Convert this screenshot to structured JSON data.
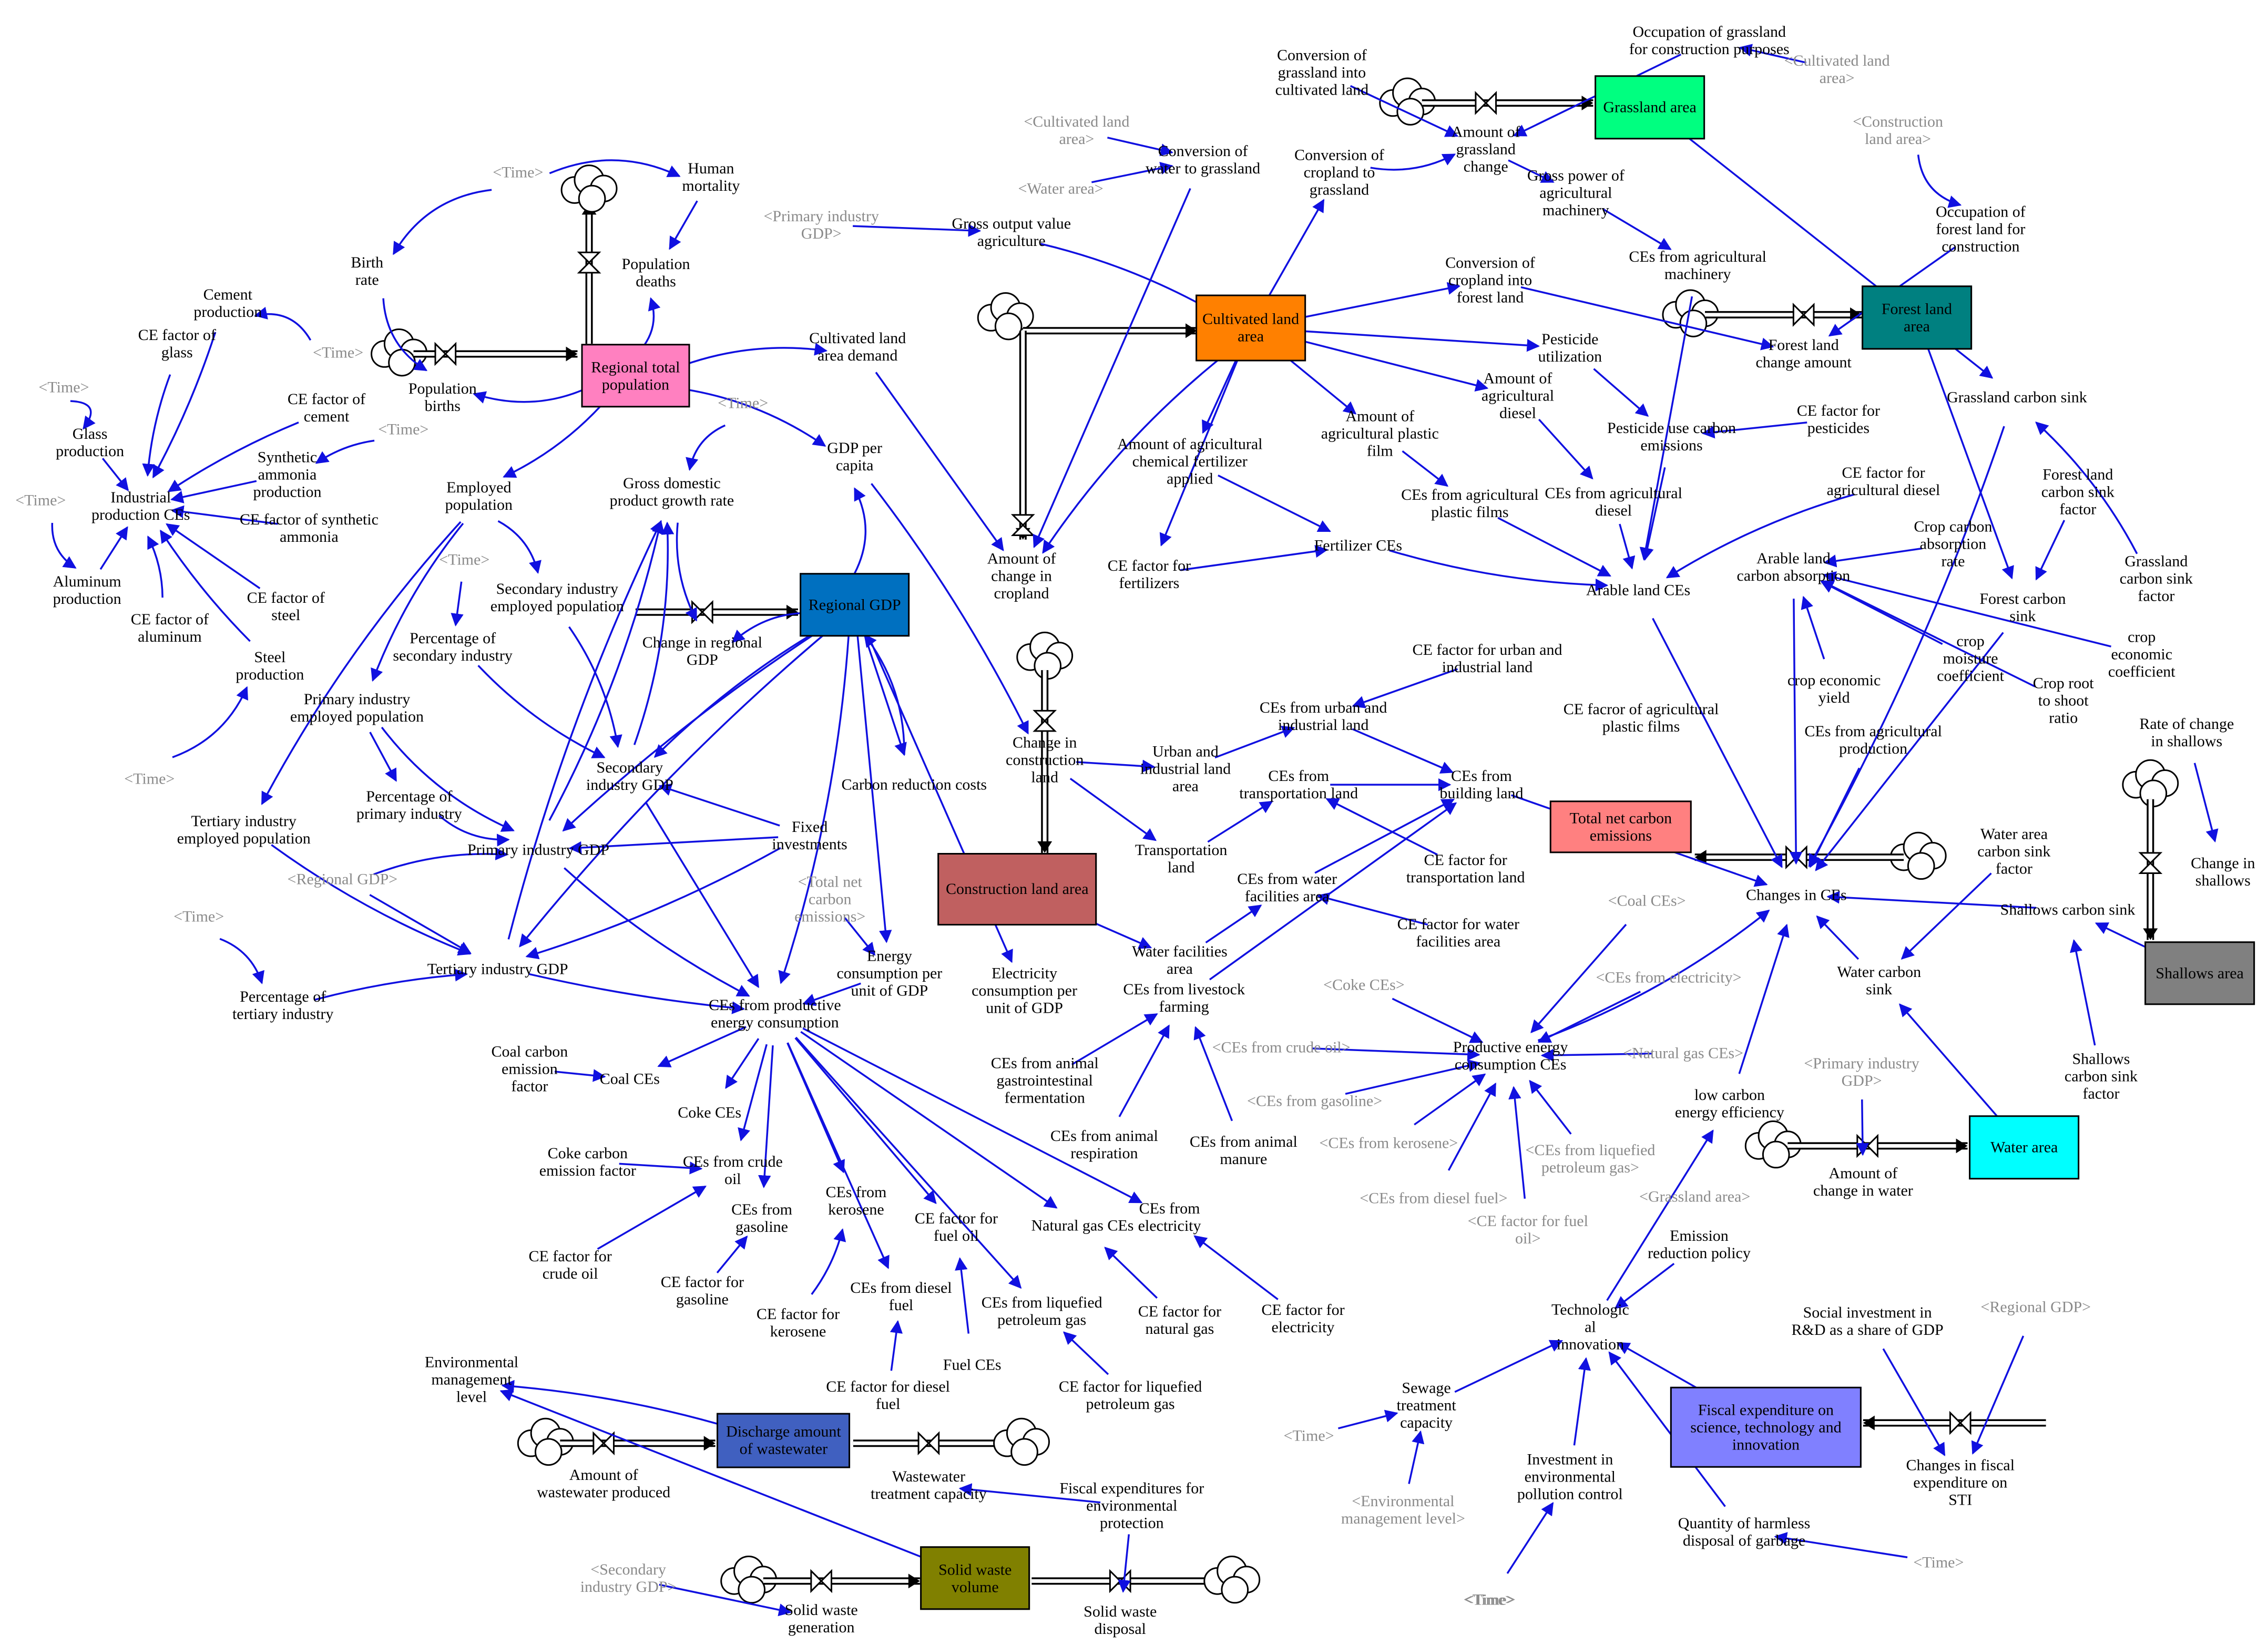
{
  "stocks": [
    {
      "id": "pop",
      "text": "Regional total\npopulation",
      "color": "#ff80c0"
    },
    {
      "id": "gdp",
      "text": "Regional GDP",
      "color": "#0070c0"
    },
    {
      "id": "cult",
      "text": "Cultivated land\narea",
      "color": "#ff8000"
    },
    {
      "id": "grass",
      "text": "Grassland area",
      "color": "#00ff80"
    },
    {
      "id": "forest",
      "text": "Forest land\narea",
      "color": "#008080"
    },
    {
      "id": "constr",
      "text": "Construction land area",
      "color": "#c06060"
    },
    {
      "id": "netce",
      "text": "Total net carbon\nemissions",
      "color": "#ff8080"
    },
    {
      "id": "shallows",
      "text": "Shallows area",
      "color": "#808080"
    },
    {
      "id": "water",
      "text": "Water area",
      "color": "#00ffff"
    },
    {
      "id": "fiscal",
      "text": "Fiscal expenditure on\nscience, technology and\ninnovation",
      "color": "#8080ff"
    },
    {
      "id": "waste",
      "text": "Discharge amount\nof wastewater",
      "color": "#4060c0"
    },
    {
      "id": "solid",
      "text": "Solid waste\nvolume",
      "color": "#808000"
    }
  ],
  "variables": [
    {
      "id": "human_mort",
      "text": "Human\nmortality"
    },
    {
      "id": "birth_rate",
      "text": "Birth\nrate"
    },
    {
      "id": "pop_deaths",
      "text": "Population\ndeaths"
    },
    {
      "id": "pop_births",
      "text": "Population\nbirths"
    },
    {
      "id": "cement_prod",
      "text": "Cement\nproduction"
    },
    {
      "id": "ce_glass",
      "text": "CE factor of\nglass"
    },
    {
      "id": "ce_cement",
      "text": "CE factor of\ncement"
    },
    {
      "id": "glass_prod",
      "text": "Glass\nproduction"
    },
    {
      "id": "synth_amm",
      "text": "Synthetic\nammonia\nproduction"
    },
    {
      "id": "ce_synth",
      "text": "CE factor of synthetic\nammonia"
    },
    {
      "id": "ind_ces",
      "text": "Industrial\nproduction CEs"
    },
    {
      "id": "alum_prod",
      "text": "Aluminum\nproduction"
    },
    {
      "id": "ce_alum",
      "text": "CE factor of\naluminum"
    },
    {
      "id": "ce_steel",
      "text": "CE factor of\nsteel"
    },
    {
      "id": "steel_prod",
      "text": "Steel\nproduction"
    },
    {
      "id": "emp_pop",
      "text": "Employed\npopulation"
    },
    {
      "id": "gdp_growth",
      "text": "Gross domestic\nproduct growth rate"
    },
    {
      "id": "gdp_pc",
      "text": "GDP per\ncapita"
    },
    {
      "id": "cult_demand",
      "text": "Cultivated land\narea demand"
    },
    {
      "id": "sec_emp",
      "text": "Secondary industry\nemployed population"
    },
    {
      "id": "pct_sec",
      "text": "Percentage of\nsecondary industry"
    },
    {
      "id": "chg_gdp",
      "text": "Change in regional\nGDP"
    },
    {
      "id": "prim_emp",
      "text": "Primary industry\nemployed population"
    },
    {
      "id": "sec_gdp",
      "text": "Secondary\nindustry GDP"
    },
    {
      "id": "pct_prim",
      "text": "Percentage of\nprimary industry"
    },
    {
      "id": "carbon_red",
      "text": "Carbon reduction costs"
    },
    {
      "id": "fixed_inv",
      "text": "Fixed\ninvestments"
    },
    {
      "id": "prim_gdp",
      "text": "Primary industry GDP"
    },
    {
      "id": "tert_emp",
      "text": "Tertiary industry\nemployed population"
    },
    {
      "id": "tert_gdp",
      "text": "Tertiary industry GDP"
    },
    {
      "id": "pct_tert",
      "text": "Percentage of\ntertiary industry"
    },
    {
      "id": "energy_gdp",
      "text": "Energy\nconsumption per\nunit of GDP"
    },
    {
      "id": "elec_gdp",
      "text": "Electricity\nconsumption per\nunit of GDP"
    },
    {
      "id": "ce_prod_energy",
      "text": "CEs from productive\nenergy consumption"
    },
    {
      "id": "coal_ef",
      "text": "Coal carbon\nemission\nfactor"
    },
    {
      "id": "coal_ces",
      "text": "Coal CEs"
    },
    {
      "id": "coke_ces",
      "text": "Coke CEs"
    },
    {
      "id": "coke_ef",
      "text": "Coke carbon\nemission factor"
    },
    {
      "id": "crude_ces",
      "text": "CEs from crude\noil"
    },
    {
      "id": "gas_ces",
      "text": "CEs from\ngasoline"
    },
    {
      "id": "ker_ces",
      "text": "CEs from\nkerosene"
    },
    {
      "id": "ce_fueloil",
      "text": "CE factor for\nfuel oil"
    },
    {
      "id": "diesel_ces",
      "text": "CEs from diesel\nfuel"
    },
    {
      "id": "lpg_ces",
      "text": "CEs from liquefied\npetroleum gas"
    },
    {
      "id": "natgas_ces",
      "text": "Natural gas CEs"
    },
    {
      "id": "elec_ces",
      "text": "CEs from\nelectricity"
    },
    {
      "id": "ce_crude",
      "text": "CE factor for\ncrude oil"
    },
    {
      "id": "ce_gasoline",
      "text": "CE factor for\ngasoline"
    },
    {
      "id": "ce_kerosene",
      "text": "CE factor for\nkerosene"
    },
    {
      "id": "ce_diesel",
      "text": "CE factor for diesel\nfuel"
    },
    {
      "id": "fuel_ces",
      "text": "Fuel CEs"
    },
    {
      "id": "ce_natgas",
      "text": "CE factor for\nnatural gas"
    },
    {
      "id": "ce_lpg",
      "text": "CE factor for liquefied\npetroleum gas"
    },
    {
      "id": "ce_elec",
      "text": "CE factor for\nelectricity"
    },
    {
      "id": "env_level",
      "text": "Environmental\nmanagement\nlevel"
    },
    {
      "id": "ww_prod",
      "text": "Amount of\nwastewater produced"
    },
    {
      "id": "ww_treat",
      "text": "Wastewater\ntreatment capacity"
    },
    {
      "id": "fisc_env",
      "text": "Fiscal expenditures for\nenvironmental\nprotection"
    },
    {
      "id": "sw_gen",
      "text": "Solid waste\ngeneration"
    },
    {
      "id": "sw_disp",
      "text": "Solid waste\ndisposal"
    },
    {
      "id": "gross_ag",
      "text": "Gross output value\nagriculture"
    },
    {
      "id": "conv_water",
      "text": "Conversion of\nwater to grassland"
    },
    {
      "id": "conv_grass_cult",
      "text": "Conversion of\ngrassland into\ncultivated land"
    },
    {
      "id": "conv_crop_grass",
      "text": "Conversion of\ncropland to\ngrassland"
    },
    {
      "id": "amt_grass",
      "text": "Amount of\ngrassland\nchange"
    },
    {
      "id": "occ_grass",
      "text": "Occupation of grassland\nfor construction purposes"
    },
    {
      "id": "gross_mach",
      "text": "Gross power of\nagricultural\nmachinery"
    },
    {
      "id": "ce_mach",
      "text": "CEs from agricultural\nmachinery"
    },
    {
      "id": "occ_forest",
      "text": "Occupation of\nforest land for\nconstruction"
    },
    {
      "id": "conv_crop_forest",
      "text": "Conversion of\ncropland into\nforest land"
    },
    {
      "id": "forest_chg",
      "text": "Forest land\nchange amount"
    },
    {
      "id": "pest_util",
      "text": "Pesticide\nutilization"
    },
    {
      "id": "amt_diesel",
      "text": "Amount of\nagricultural\ndiesel"
    },
    {
      "id": "amt_plastic",
      "text": "Amount of\nagricultural plastic\nfilm"
    },
    {
      "id": "amt_fert",
      "text": "Amount of agricultural\nchemical fertilizer\napplied"
    },
    {
      "id": "amt_chg_crop",
      "text": "Amount of\nchange in\ncropland"
    },
    {
      "id": "ce_fert",
      "text": "CE factor for\nfertilizers"
    },
    {
      "id": "fert_ces",
      "text": "Fertilizer CEs"
    },
    {
      "id": "pest_ces",
      "text": "Pesticide use carbon\nemissions"
    },
    {
      "id": "ce_pest",
      "text": "CE factor for\npesticides"
    },
    {
      "id": "grass_sink",
      "text": "Grassland carbon sink"
    },
    {
      "id": "ce_ag_plastic",
      "text": "CEs from agricultural\nplastic films"
    },
    {
      "id": "ce_ag_diesel",
      "text": "CEs from agricultural\ndiesel"
    },
    {
      "id": "ce_f_ag_diesel",
      "text": "CE factor for\nagricultural diesel"
    },
    {
      "id": "arable_ces",
      "text": "Arable land CEs"
    },
    {
      "id": "arable_abs",
      "text": "Arable land\ncarbon absorption"
    },
    {
      "id": "crop_abs_rate",
      "text": "Crop carbon\nabsorption\nrate"
    },
    {
      "id": "forest_sink_f",
      "text": "Forest land\ncarbon sink\nfactor"
    },
    {
      "id": "grass_sink_f",
      "text": "Grassland\ncarbon sink\nfactor"
    },
    {
      "id": "forest_sink",
      "text": "Forest carbon\nsink"
    },
    {
      "id": "crop_moist",
      "text": "crop\nmoisture\ncoefficient"
    },
    {
      "id": "crop_econ",
      "text": "crop\neconomic\ncoefficient"
    },
    {
      "id": "crop_yield",
      "text": "crop economic\nyield"
    },
    {
      "id": "crop_root",
      "text": "Crop root\nto shoot\nratio"
    },
    {
      "id": "ce_f_urban",
      "text": "CE factor for urban and\nindustrial land"
    },
    {
      "id": "ce_f_plastic",
      "text": "CE facror of agricultural\nplastic films"
    },
    {
      "id": "ces_urban",
      "text": "CEs from urban and\nindustrial land"
    },
    {
      "id": "ces_ag_prod",
      "text": "CEs from agricultural\nproduction"
    },
    {
      "id": "chg_constr",
      "text": "Change in\nconstruction\nland"
    },
    {
      "id": "urban_land",
      "text": "Urban and\nindustrial land\narea"
    },
    {
      "id": "ces_transport",
      "text": "CEs from\ntransportation land"
    },
    {
      "id": "ces_building",
      "text": "CEs from\nbuilding land"
    },
    {
      "id": "transport_land",
      "text": "Transportation\nland"
    },
    {
      "id": "ces_water_fac",
      "text": "CEs from water\nfacilities area"
    },
    {
      "id": "ce_f_transport",
      "text": "CE factor for\ntransportation land"
    },
    {
      "id": "ce_f_water_fac",
      "text": "CE factor for water\nfacilities area"
    },
    {
      "id": "water_fac",
      "text": "Water facilities\narea"
    },
    {
      "id": "ces_livestock",
      "text": "CEs from livestock\nfarming"
    },
    {
      "id": "ces_gastro",
      "text": "CEs from animal\ngastrointestinal\nfermentation"
    },
    {
      "id": "ces_resp",
      "text": "CEs from animal\nrespiration"
    },
    {
      "id": "ces_manure",
      "text": "CEs from animal\nmanure"
    },
    {
      "id": "prod_energy",
      "text": "Productive energy\nconsumption CEs"
    },
    {
      "id": "changes_ces",
      "text": "Changes in CEs"
    },
    {
      "id": "rate_shallows",
      "text": "Rate of change\nin shallows"
    },
    {
      "id": "chg_shallows",
      "text": "Change in\nshallows"
    },
    {
      "id": "water_sink_f",
      "text": "Water area\ncarbon sink\nfactor"
    },
    {
      "id": "shallows_sink",
      "text": "Shallows carbon sink"
    },
    {
      "id": "water_sink",
      "text": "Water carbon\nsink"
    },
    {
      "id": "shallows_sink_f",
      "text": "Shallows\ncarbon sink\nfactor"
    },
    {
      "id": "low_carbon",
      "text": "low carbon\nenergy efficiency"
    },
    {
      "id": "amt_water",
      "text": "Amount of\nchange in water"
    },
    {
      "id": "emission_policy",
      "text": "Emission\nreduction policy"
    },
    {
      "id": "tech_innov",
      "text": "Technologic\nal\ninnovation"
    },
    {
      "id": "social_rd",
      "text": "Social investment in\nR&D as a share of GDP"
    },
    {
      "id": "sewage",
      "text": "Sewage\ntreatment\ncapacity"
    },
    {
      "id": "invest_env",
      "text": "Investment in\nenvironmental\npollution control"
    },
    {
      "id": "harmless",
      "text": "Quantity of harmless\ndisposal of garbage"
    },
    {
      "id": "chg_fiscal",
      "text": "Changes in fiscal\nexpenditure on\nSTI"
    }
  ],
  "shadows": [
    {
      "id": "s_time1",
      "text": "<Time>"
    },
    {
      "id": "s_time2",
      "text": "<Time>"
    },
    {
      "id": "s_time3",
      "text": "<Time>"
    },
    {
      "id": "s_time4",
      "text": "<Time>"
    },
    {
      "id": "s_time5",
      "text": "<Time>"
    },
    {
      "id": "s_time6",
      "text": "<Time>"
    },
    {
      "id": "s_time7",
      "text": "<Time>"
    },
    {
      "id": "s_time8",
      "text": "<Time>"
    },
    {
      "id": "s_time9",
      "text": "<Time>"
    },
    {
      "id": "s_time10",
      "text": "<Time>"
    },
    {
      "id": "s_time11",
      "text": "<Time>"
    },
    {
      "id": "s_time12",
      "text": "<Time>"
    },
    {
      "id": "s_time13",
      "text": "<Time>"
    },
    {
      "id": "s_primgdp",
      "text": "<Primary industry\nGDP>"
    },
    {
      "id": "s_cult1",
      "text": "<Cultivated land\narea>"
    },
    {
      "id": "s_water",
      "text": "<Water area>"
    },
    {
      "id": "s_cult2",
      "text": "<Cultivated land\narea>"
    },
    {
      "id": "s_constr",
      "text": "<Construction\nland area>"
    },
    {
      "id": "s_reggdp1",
      "text": "<Regional GDP>"
    },
    {
      "id": "s_netce",
      "text": "<Total net\ncarbon\nemissions>"
    },
    {
      "id": "s_coal",
      "text": "<Coal CEs>"
    },
    {
      "id": "s_elec",
      "text": "<CEs from electricity>"
    },
    {
      "id": "s_coke",
      "text": "<Coke CEs>"
    },
    {
      "id": "s_crude",
      "text": "<CEs from crude oil>"
    },
    {
      "id": "s_natgas",
      "text": "<Natural gas CEs>"
    },
    {
      "id": "s_gasoline",
      "text": "<CEs from gasoline>"
    },
    {
      "id": "s_kerosene",
      "text": "<CEs from kerosene>"
    },
    {
      "id": "s_lpg",
      "text": "<CEs from liquefied\npetroleum gas>"
    },
    {
      "id": "s_diesel",
      "text": "<CEs from diesel fuel>"
    },
    {
      "id": "s_fueloil",
      "text": "<CE factor for fuel\noil>"
    },
    {
      "id": "s_primgdp2",
      "text": "<Primary industry\nGDP>"
    },
    {
      "id": "s_grass",
      "text": "<Grassland area>"
    },
    {
      "id": "s_reggdp2",
      "text": "<Regional GDP>"
    },
    {
      "id": "s_envlevel",
      "text": "<Environmental\nmanagement level>"
    },
    {
      "id": "s_secgdp",
      "text": "<Secondary\nindustry GDP>"
    }
  ]
}
